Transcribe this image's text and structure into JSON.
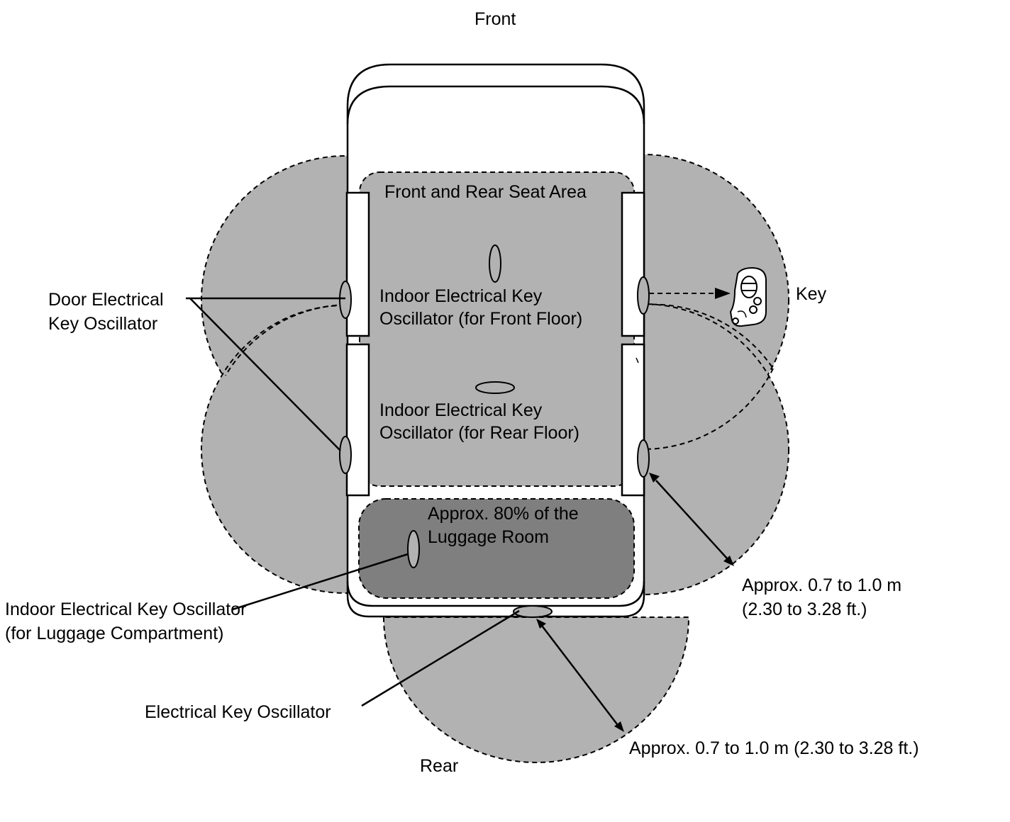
{
  "labels": {
    "front": "Front",
    "rear": "Rear",
    "seat_area": "Front and Rear Seat Area",
    "luggage_line1": "Approx. 80% of the",
    "luggage_line2": "Luggage Room",
    "door_osc_line1": "Door Electrical",
    "door_osc_line2": "Key Oscillator",
    "front_floor_line1": "Indoor Electrical Key",
    "front_floor_line2": "Oscillator (for Front Floor)",
    "rear_floor_line1": "Indoor Electrical Key",
    "rear_floor_line2": "Oscillator (for Rear Floor)",
    "luggage_osc_line1": "Indoor Electrical Key Oscillator",
    "luggage_osc_line2": "(for Luggage Compartment)",
    "electrical_osc": "Electrical Key Oscillator",
    "key": "Key",
    "side_range_line1": "Approx. 0.7 to 1.0 m",
    "side_range_line2": "(2.30 to 3.28 ft.)",
    "rear_range": "Approx. 0.7 to 1.0 m (2.30 to 3.28 ft.)"
  },
  "icons": {
    "key_fob": "key-fob-icon"
  },
  "colors": {
    "detection_zone": "#b2b2b2",
    "luggage_zone": "#7f7f7f",
    "line": "#000000"
  }
}
